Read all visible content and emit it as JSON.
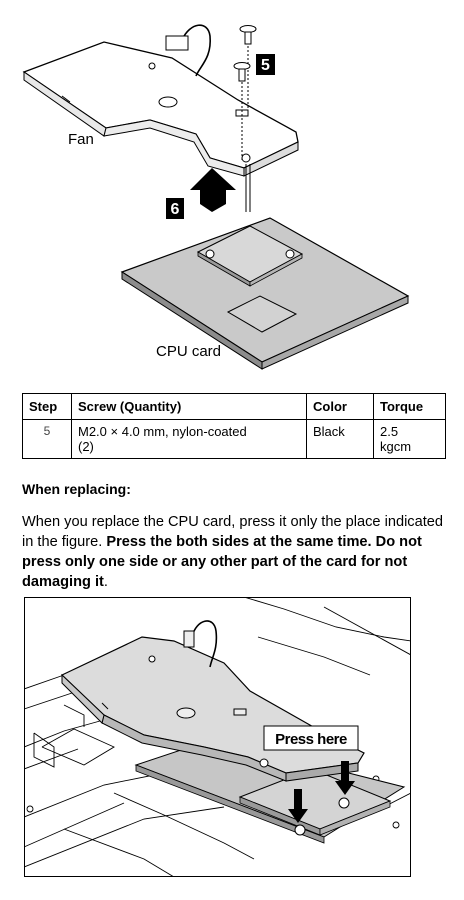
{
  "figure1": {
    "fan_label": "Fan",
    "cpu_label": "CPU card",
    "callout_5": "5",
    "callout_6": "6"
  },
  "table": {
    "headers": [
      "Step",
      "Screw (Quantity)",
      "Color",
      "Torque"
    ],
    "rows": [
      {
        "step": "5",
        "screw_line1": "M2.0 × 4.0 mm, nylon-coated",
        "screw_line2": "(2)",
        "color": "Black",
        "torque_line1": "2.5",
        "torque_line2": "kgcm"
      }
    ]
  },
  "replacing": {
    "heading": "When replacing:",
    "text_plain": "When you replace the CPU card, press it only the place indicated in the figure.",
    "text_bold": "Press the both sides at the same time.  Do not press only one side or any other part of the card for not damaging it",
    "text_end": "."
  },
  "figure2": {
    "press_label": "Press here"
  }
}
